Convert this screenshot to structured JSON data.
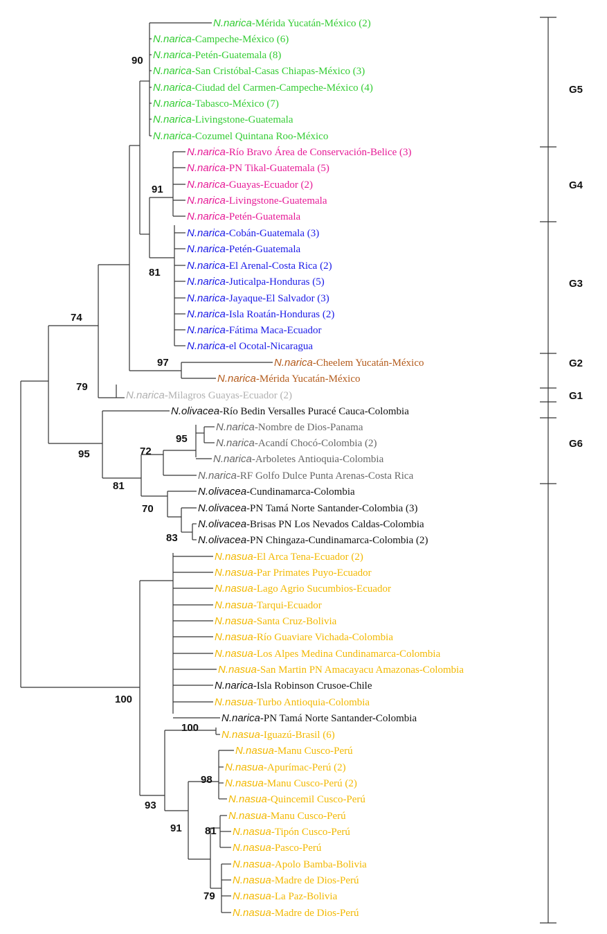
{
  "colors": {
    "green": "#33cc33",
    "magenta": "#e61a96",
    "blue": "#1a1ae6",
    "brown": "#b35a1a",
    "lightgray": "#b0b0b0",
    "gray": "#666666",
    "black": "#111111",
    "gold": "#f2b800"
  },
  "taxa": [
    {
      "sp": "N.narica",
      "loc": "-Mérida Yucatán-México (2)",
      "color": "green"
    },
    {
      "sp": "N.narica",
      "loc": "-Campeche-México (6)",
      "color": "green"
    },
    {
      "sp": "N.narica",
      "loc": "-Petén-Guatemala (8)",
      "color": "green"
    },
    {
      "sp": "N.narica",
      "loc": "-San Cristóbal-Casas Chiapas-México (3)",
      "color": "green"
    },
    {
      "sp": "N.narica",
      "loc": "-Ciudad del Carmen-Campeche-México (4)",
      "color": "green"
    },
    {
      "sp": "N.narica",
      "loc": "-Tabasco-México (7)",
      "color": "green"
    },
    {
      "sp": "N.narica",
      "loc": "-Livingstone-Guatemala",
      "color": "green"
    },
    {
      "sp": "N.narica",
      "loc": "-Cozumel Quintana Roo-México",
      "color": "green"
    },
    {
      "sp": "N.narica",
      "loc": "-Río Bravo Área de Conservación-Belice (3)",
      "color": "magenta"
    },
    {
      "sp": "N.narica",
      "loc": "-PN Tikal-Guatemala (5)",
      "color": "magenta"
    },
    {
      "sp": "N.narica",
      "loc": "-Guayas-Ecuador (2)",
      "color": "magenta"
    },
    {
      "sp": "N.narica",
      "loc": "-Livingstone-Guatemala",
      "color": "magenta"
    },
    {
      "sp": "N.narica",
      "loc": "-Petén-Guatemala",
      "color": "magenta"
    },
    {
      "sp": "N.narica",
      "loc": "-Cobán-Guatemala (3)",
      "color": "blue"
    },
    {
      "sp": "N.narica",
      "loc": "-Petén-Guatemala",
      "color": "blue"
    },
    {
      "sp": "N.narica",
      "loc": "-El Arenal-Costa Rica (2)",
      "color": "blue"
    },
    {
      "sp": "N.narica",
      "loc": "-Juticalpa-Honduras (5)",
      "color": "blue"
    },
    {
      "sp": "N.narica",
      "loc": "-Jayaque-El Salvador (3)",
      "color": "blue"
    },
    {
      "sp": "N.narica",
      "loc": "-Isla Roatán-Honduras (2)",
      "color": "blue"
    },
    {
      "sp": "N.narica",
      "loc": "-Fátima Maca-Ecuador",
      "color": "blue"
    },
    {
      "sp": "N.narica",
      "loc": "-el Ocotal-Nicaragua",
      "color": "blue"
    },
    {
      "sp": "N.narica",
      "loc": "-Cheelem Yucatán-México",
      "color": "brown"
    },
    {
      "sp": "N.narica",
      "loc": "-Mérida Yucatán-México",
      "color": "brown"
    },
    {
      "sp": "N.narica",
      "loc": "-Milagros Guayas-Ecuador (2)",
      "color": "lightgray"
    },
    {
      "sp": "N.olivacea",
      "loc": "-Río Bedin Versalles Puracé Cauca-Colombia",
      "color": "black"
    },
    {
      "sp": "N.narica",
      "loc": "-Nombre de Dios-Panama",
      "color": "gray"
    },
    {
      "sp": "N.narica",
      "loc": "-Acandí Chocó-Colombia (2)",
      "color": "gray"
    },
    {
      "sp": "N.narica",
      "loc": "-Arboletes Antioquia-Colombia",
      "color": "gray"
    },
    {
      "sp": "N.narica",
      "loc": "-RF Golfo Dulce Punta Arenas-Costa Rica",
      "color": "gray"
    },
    {
      "sp": "N.olivacea",
      "loc": "-Cundinamarca-Colombia",
      "color": "black"
    },
    {
      "sp": "N.olivacea",
      "loc": "-PN Tamá Norte Santander-Colombia (3)",
      "color": "black"
    },
    {
      "sp": "N.olivacea",
      "loc": "-Brisas PN Los Nevados Caldas-Colombia",
      "color": "black"
    },
    {
      "sp": "N.olivacea",
      "loc": "-PN Chingaza-Cundinamarca-Colombia (2)",
      "color": "black"
    },
    {
      "sp": "N.nasua",
      "loc": "-El Arca Tena-Ecuador (2)",
      "color": "gold"
    },
    {
      "sp": "N.nasua",
      "loc": "-Par Primates Puyo-Ecuador",
      "color": "gold"
    },
    {
      "sp": "N.nasua",
      "loc": "-Lago Agrio Sucumbios-Ecuador",
      "color": "gold"
    },
    {
      "sp": "N.nasua",
      "loc": "-Tarqui-Ecuador",
      "color": "gold"
    },
    {
      "sp": "N.nasua",
      "loc": "-Santa Cruz-Bolivia",
      "color": "gold"
    },
    {
      "sp": "N.nasua",
      "loc": "-Río Guaviare Vichada-Colombia",
      "color": "gold"
    },
    {
      "sp": "N.nasua",
      "loc": "-Los Alpes Medina Cundinamarca-Colombia",
      "color": "gold"
    },
    {
      "sp": "N.nasua",
      "loc": "-San Martin PN Amacayacu Amazonas-Colombia",
      "color": "gold"
    },
    {
      "sp": "N.narica",
      "loc": "-Isla Robinson Crusoe-Chile",
      "color": "black"
    },
    {
      "sp": "N.nasua",
      "loc": "-Turbo Antioquia-Colombia",
      "color": "gold"
    },
    {
      "sp": "N.narica",
      "loc": "-PN Tamá Norte Santander-Colombia",
      "color": "black"
    },
    {
      "sp": "N.nasua",
      "loc": "-Iguazú-Brasil (6)",
      "color": "gold"
    },
    {
      "sp": "N.nasua",
      "loc": "-Manu Cusco-Perú",
      "color": "gold"
    },
    {
      "sp": "N.nasua",
      "loc": "-Apurímac-Perú (2)",
      "color": "gold"
    },
    {
      "sp": "N.nasua",
      "loc": "-Manu Cusco-Perú (2)",
      "color": "gold"
    },
    {
      "sp": "N.nasua",
      "loc": "-Quincemil Cusco-Perú",
      "color": "gold"
    },
    {
      "sp": "N.nasua",
      "loc": "-Manu Cusco-Perú",
      "color": "gold"
    },
    {
      "sp": "N.nasua",
      "loc": "-Tipón Cusco-Perú",
      "color": "gold"
    },
    {
      "sp": "N.nasua",
      "loc": "-Pasco-Perú",
      "color": "gold"
    },
    {
      "sp": "N.nasua",
      "loc": "-Apolo Bamba-Bolivia",
      "color": "gold"
    },
    {
      "sp": "N.nasua",
      "loc": "-Madre de Dios-Perú",
      "color": "gold"
    },
    {
      "sp": "N.nasua",
      "loc": "-La Paz-Bolivia",
      "color": "gold"
    },
    {
      "sp": "N.nasua",
      "loc": "-Madre de Dios-Perú",
      "color": "gold"
    }
  ],
  "support_values": [
    "90",
    "91",
    "81",
    "74",
    "97",
    "79",
    "95",
    "72",
    "95",
    "81",
    "70",
    "83",
    "100",
    "100",
    "98",
    "93",
    "91",
    "81",
    "79"
  ],
  "groups": [
    "G5",
    "G4",
    "G3",
    "G2",
    "G1",
    "G6"
  ]
}
